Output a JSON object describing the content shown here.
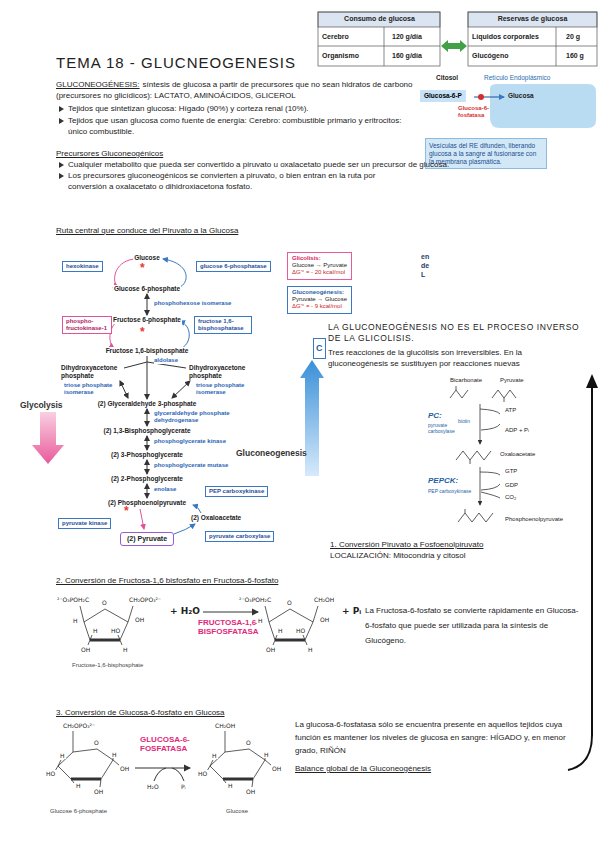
{
  "diagram": {
    "title": "TEMA 18 - GLUCNEOGENESIS",
    "nodes": [
      {
        "text": [
          "Glucosa-6-P"
        ]
      },
      {
        "text": [
          "Vesículas del RE difunden, liberando glucosa a la sangre al fusionarse con la membrana plasmática."
        ]
      },
      {
        "text": [
          "hexokinase"
        ]
      },
      {
        "text": [
          "glucose 6-phosphatase"
        ]
      },
      {
        "text": [
          "Glicolisis:",
          "Glucose → Pyruvate",
          "ΔG'° = - 20 kcal/mol"
        ]
      },
      {
        "text": [
          "Gluconeogénesis:",
          "Pyruvate → Glucose",
          "ΔG'° = - 9 kcal/mol"
        ]
      },
      {
        "text": [
          "phospho-fructokinase-1"
        ]
      },
      {
        "text": [
          "fructose 1,6-bisphosphatase"
        ]
      },
      {
        "text": [
          "C"
        ]
      },
      {
        "text": [
          "PEP carboxykinase"
        ]
      },
      {
        "text": [
          "pyruvate kinase"
        ]
      },
      {
        "text": [
          "(2) Pyruvate"
        ]
      },
      {
        "text": [
          "pyruvate carboxylase"
        ]
      }
    ],
    "labels": [
      "Consumo de glucosa",
      "Reservas de glucosa",
      "Cerebro",
      "120 g/día",
      "Líquidos corporales",
      "20 g",
      "Organismo",
      "160 g/día",
      "Glucógeno",
      "160 g",
      "GLUCONEOGÉNESIS:",
      "síntesis de glucosa a partir de precursores que no sean hidratos de carbono (precursores no glicídicos): LACTATO, AMINOÁCIDOS, GLICEROL",
      "Tejidos que sintetizan glucosa: Hígado (90%) y corteza renal (10%).",
      "Tejidos que usan glucosa como fuente de energía: Cerebro: combustible primario y eritrocitos: único combustible.",
      "Precursores Gluconeogénicos",
      "Cualquier metabolito que pueda ser convertido a piruvato u oxalacetato puede ser un precursor de glucosa.",
      "Los precursores gluconeogénicos se convierten a piruvato, o bien entran en la ruta por conversión a oxalacetato o dihidroxiacetona fosfato.",
      "Ruta central que conduce del Piruvato a la Glucosa",
      "Citosol",
      "Retículo Endoplásmico",
      "Glucosa",
      "Glucosa-6-fosfatasa",
      "en",
      "de",
      "L",
      "Glucose",
      "Glucose 6-phosphate",
      "phosphohexose isomerase",
      "Fructose 6-phosphate",
      "Fructose 1,6-bisphosphate",
      "aldolase",
      "Dihydroxyacetone phosphate",
      "Dihydroxyacetone phosphate",
      "triose phosphate isomerase",
      "triose phosphate isomerase",
      "(2) Glyceraldehyde 3-phosphate",
      "glyceraldehyde phosphate dehydrogenase",
      "(2) 1,3-Bisphosphoglycerate",
      "phosphoglycerate kinase",
      "(2) 3-Phosphoglycerate",
      "phosphoglycerate mutase",
      "(2) 2-Phosphoglycerate",
      "enolase",
      "(2) Phosphoenolpyruvate",
      "(2) Oxaloacetate",
      "Glycolysis",
      "Gluconeogenesis",
      "*",
      "*",
      "*",
      "LA GLUCONEOGÉNESIS NO ES EL PROCESO INVERSO DE LA GLICOLISIS.",
      "Tres reacciones de la glucólisis son irreversibles. En la gluconeogénesis se sustituyen por reacciones nuevas",
      "Bicarbonate",
      "Pyruvate",
      "ATP",
      "PC:",
      "pyruvate carboxylase",
      "biotin",
      "ADP + Pᵢ",
      "Oxaloacetate",
      "PEPCK:",
      "GTP",
      "PEP carboxykinase",
      "GDP",
      "CO₂",
      "Phosphoenolpyruvate",
      "1. Conversión Piruvato a Fosfoenolpiruvato",
      "LOCALIZACIÓN: Mitocondria y citosol",
      "2. Conversión de Fructosa-1,6 bisfosfato en Fructosa-6-fosfato",
      "²⁻O₃POH₂C",
      "O",
      "CH₂OPO₃²⁻",
      "H",
      "OH",
      "H",
      "OH",
      "HO",
      "H",
      "Fructose-1,6-bisphosphate",
      "+ H₂O",
      "FRUCTOSA-1,6-BISFOSFATASA",
      "²⁻O₃POH₂C",
      "O",
      "CH₂OH",
      "OH",
      "H",
      "H",
      "OH",
      "HO",
      "H",
      "+ Pᵢ",
      "La Fructosa-6-fosfato se convierte rápidamente en Glucosa-6-fosfato que puede ser utilizada para la síntesis de Glucógeno.",
      "3. Conversión de Glucosa-6-fosfato en Glucosa",
      "CH₂OPO₃²⁻",
      "O",
      "H",
      "H",
      "OH",
      "HO",
      "H",
      "OH",
      "GLUCOSA-6-FOSFATASA",
      "H₂O",
      "Pᵢ",
      "CH₂OH",
      "O",
      "H",
      "H",
      "OH",
      "HO",
      "H",
      "OH",
      "Glucose 6-phosphate",
      "Glucose",
      "La glucosa-6-fosfatasa sólo se encuentra presente en aquellos tejidos cuya función es mantener los niveles de glucosa en sangre: HÍGADO y, en menor grado, RIÑÓN",
      "Balance global de la Gluconeogénesis"
    ]
  }
}
